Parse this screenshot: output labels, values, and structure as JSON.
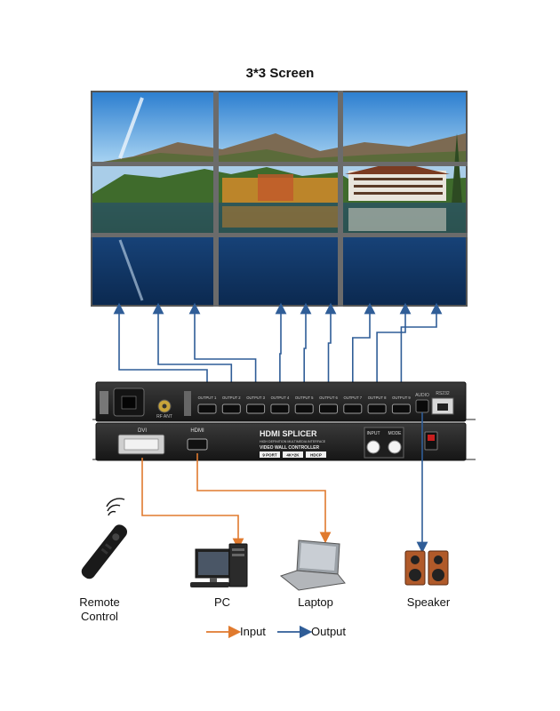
{
  "screen": {
    "title": "3*3 Screen",
    "rows": 3,
    "cols": 3
  },
  "rear_unit": {
    "output_ports": [
      "OUTPUT 1",
      "OUTPUT 2",
      "OUTPUT 3",
      "OUTPUT 4",
      "OUTPUT 5",
      "OUTPUT 6",
      "OUTPUT 7",
      "OUTPUT 8",
      "OUTPUT 9"
    ],
    "audio_label": "AUDIO",
    "rf_label": "RF ANT",
    "net_label": "RS232"
  },
  "front_unit": {
    "dvi_label": "DVI",
    "hdmi_label": "HDMI",
    "brand": "HDMI SPLICER",
    "subtitle": "HIGH DEFINITION MULTIMEDIA INTERFACE",
    "product": "VIDEO WALL CONTROLLER",
    "badges": [
      "9 PORT",
      "4K+2K",
      "HDCP"
    ],
    "button_labels": [
      "INPUT",
      "MODE"
    ]
  },
  "devices": {
    "remote": "Remote\nControl",
    "pc": "PC",
    "laptop": "Laptop",
    "speaker": "Speaker"
  },
  "legend": {
    "input_label": "Input",
    "output_label": "Output",
    "input_color": "#e07a2e",
    "output_color": "#2f5d97"
  }
}
